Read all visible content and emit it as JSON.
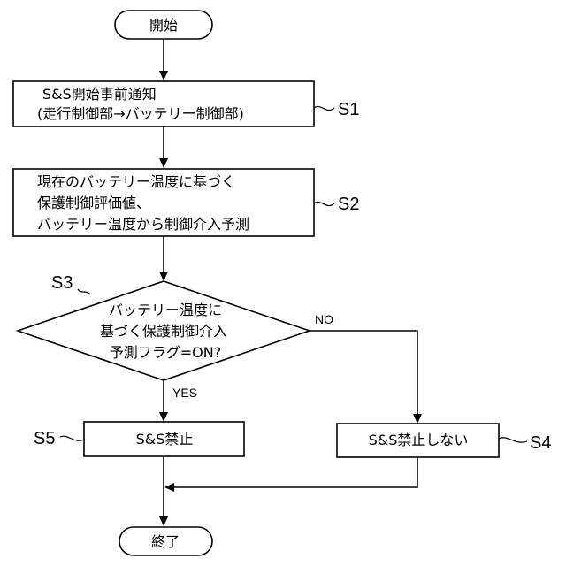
{
  "start": {
    "text": "開始"
  },
  "step_s1": {
    "label": "S1",
    "lines": [
      "S&S開始事前通知",
      "(走行制御部→バッテリー制御部)"
    ]
  },
  "step_s2": {
    "label": "S2",
    "lines": [
      "現在のバッテリー温度に基づく",
      "保護制御評価値、",
      "バッテリー温度から制御介入予測"
    ]
  },
  "decision_s3": {
    "label": "S3",
    "lines": [
      "バッテリー温度に",
      "基づく保護制御介入",
      "予測フラグ=ON?"
    ],
    "yes": "YES",
    "no": "NO"
  },
  "step_s5": {
    "label": "S5",
    "text": "S&S禁止"
  },
  "step_s4": {
    "label": "S4",
    "text": "S&S禁止しない"
  },
  "end": {
    "text": "終了"
  }
}
